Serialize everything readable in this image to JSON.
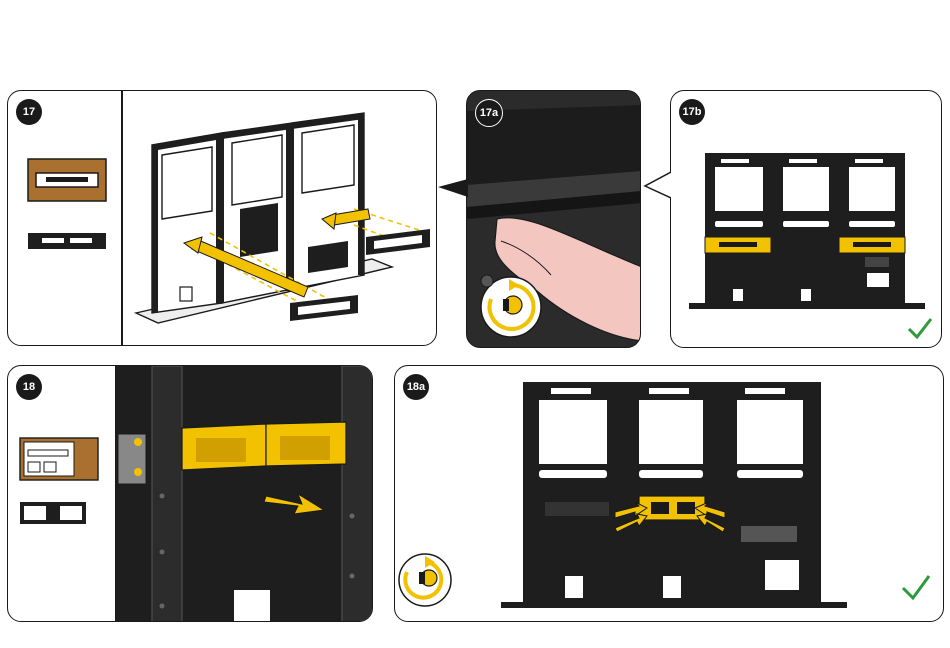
{
  "steps": [
    {
      "id": "17"
    },
    {
      "id": "17a"
    },
    {
      "id": "17b"
    },
    {
      "id": "18"
    },
    {
      "id": "18a"
    }
  ],
  "colors": {
    "accent_yellow": "#f2c200",
    "frame_dark": "#1e1e1e",
    "parts_box": "#a9702f",
    "check_green": "#2e9a3a",
    "line": "#1a1a1a"
  },
  "icons": [
    "bracket-part-icon",
    "screw-rotate-icon",
    "check-mark-icon",
    "arrow-icon",
    "parts-box-icon"
  ]
}
